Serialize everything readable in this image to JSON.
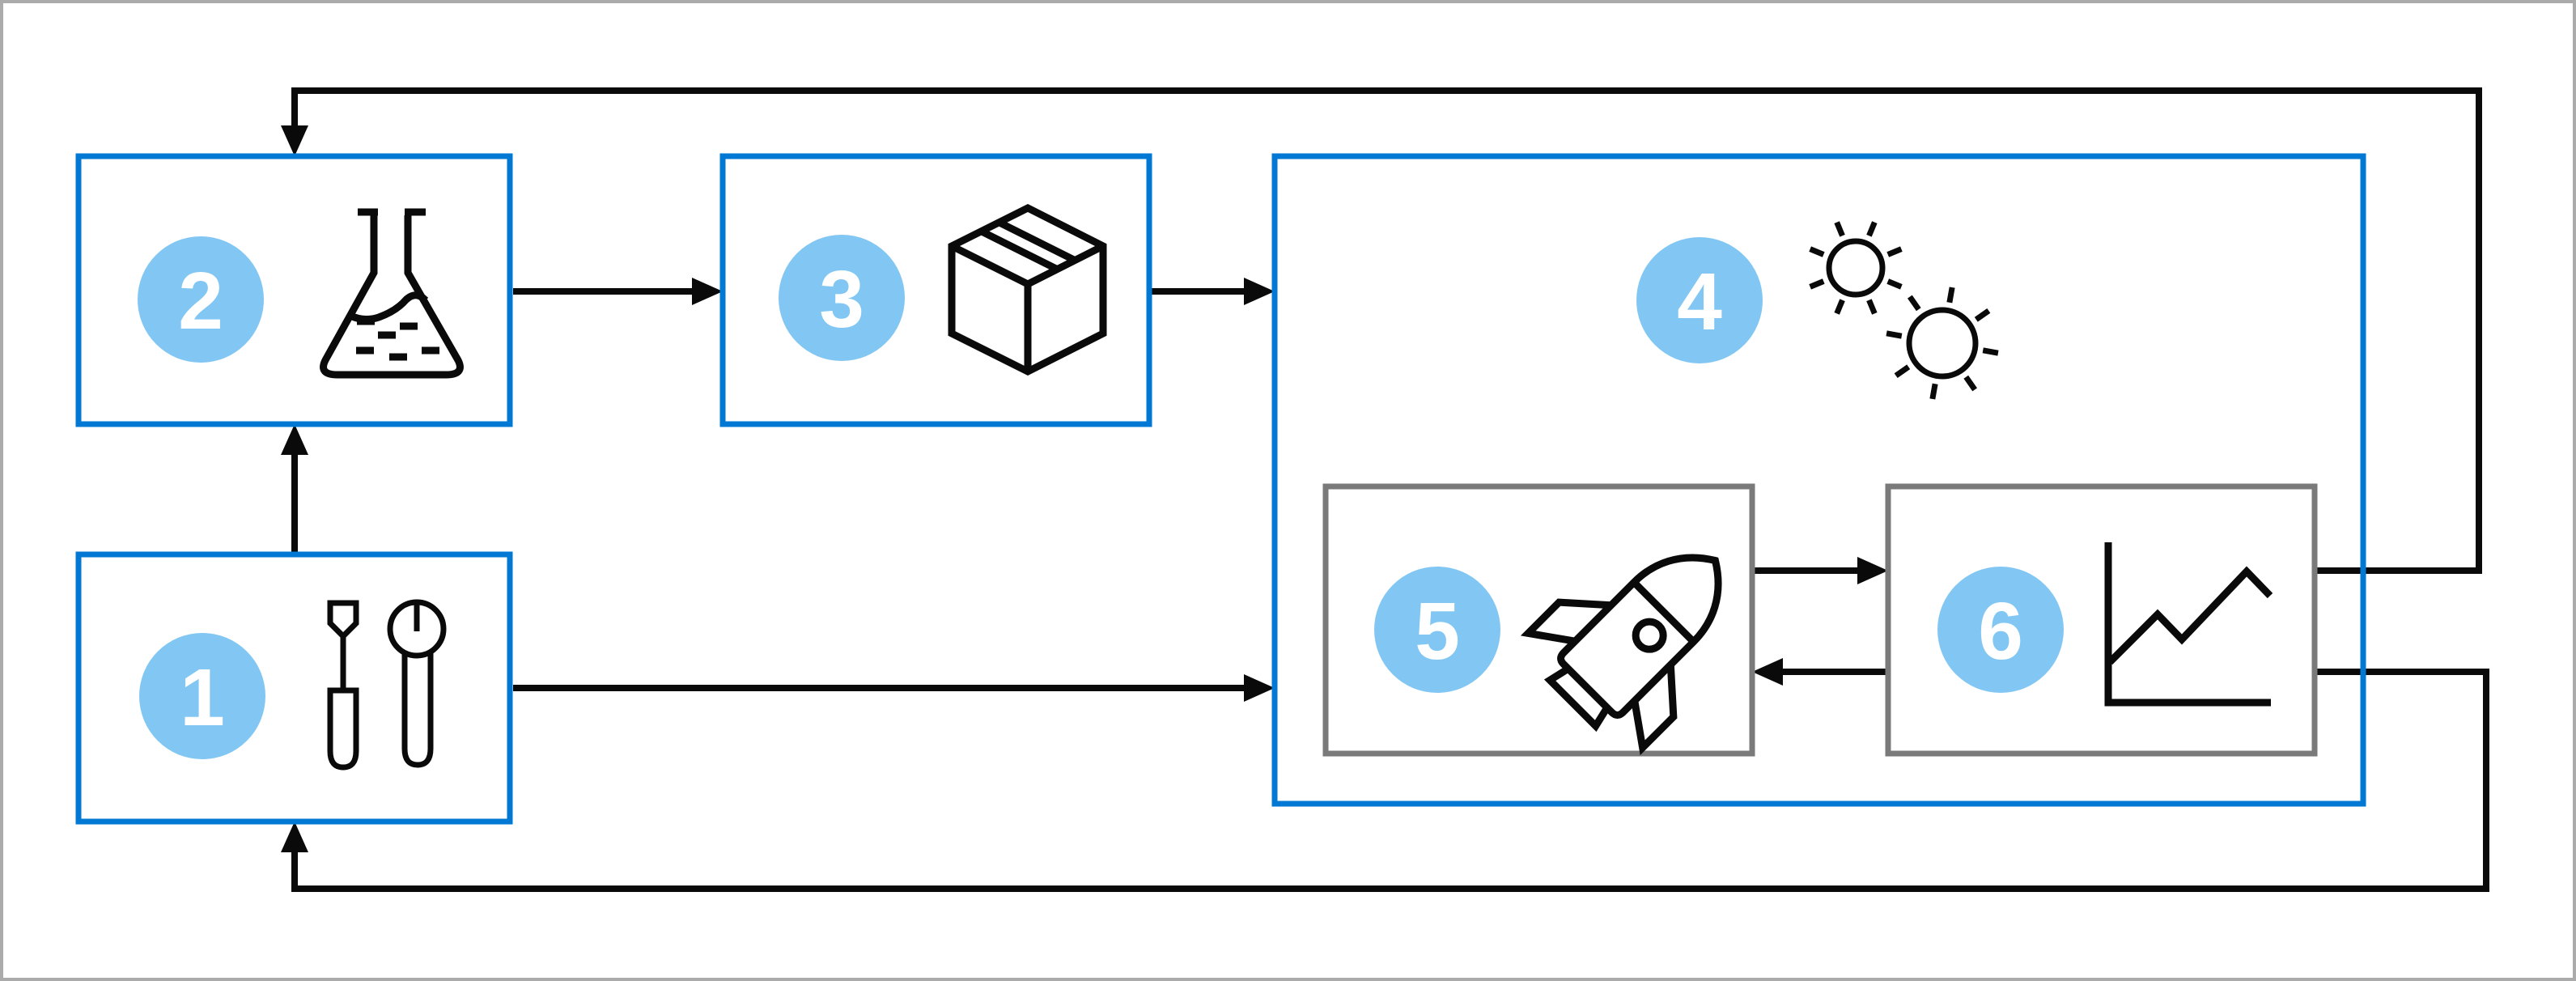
{
  "diagram": {
    "kind": "process-flow-diagram",
    "steps": [
      {
        "number": "1",
        "icon": "tools-icon"
      },
      {
        "number": "2",
        "icon": "flask-icon"
      },
      {
        "number": "3",
        "icon": "package-box-icon"
      },
      {
        "number": "4",
        "icon": "microbes-icon"
      },
      {
        "number": "5",
        "icon": "rocket-icon"
      },
      {
        "number": "6",
        "icon": "line-chart-icon"
      }
    ],
    "connections": [
      {
        "from": "1",
        "to": "2",
        "style": "arrow-up"
      },
      {
        "from": "2",
        "to": "3",
        "style": "arrow-right"
      },
      {
        "from": "3",
        "to": "4",
        "style": "arrow-right"
      },
      {
        "from": "1",
        "to": "4",
        "style": "arrow-right"
      },
      {
        "from": "5",
        "to": "6",
        "style": "arrow-right"
      },
      {
        "from": "6",
        "to": "5",
        "style": "arrow-left"
      },
      {
        "from": "6",
        "to": "2",
        "style": "top-feedback-loop"
      },
      {
        "from": "6",
        "to": "1",
        "style": "bottom-feedback-loop"
      }
    ],
    "theme": {
      "blue-border": "#0078d4",
      "gray-border": "#7a7a7a",
      "outer-border": "#ababab",
      "badge-fill": "#82c7f3",
      "badge-text": "#ffffff",
      "line-color": "#0a0a0a",
      "canvas-bg": "#ffffff"
    }
  }
}
